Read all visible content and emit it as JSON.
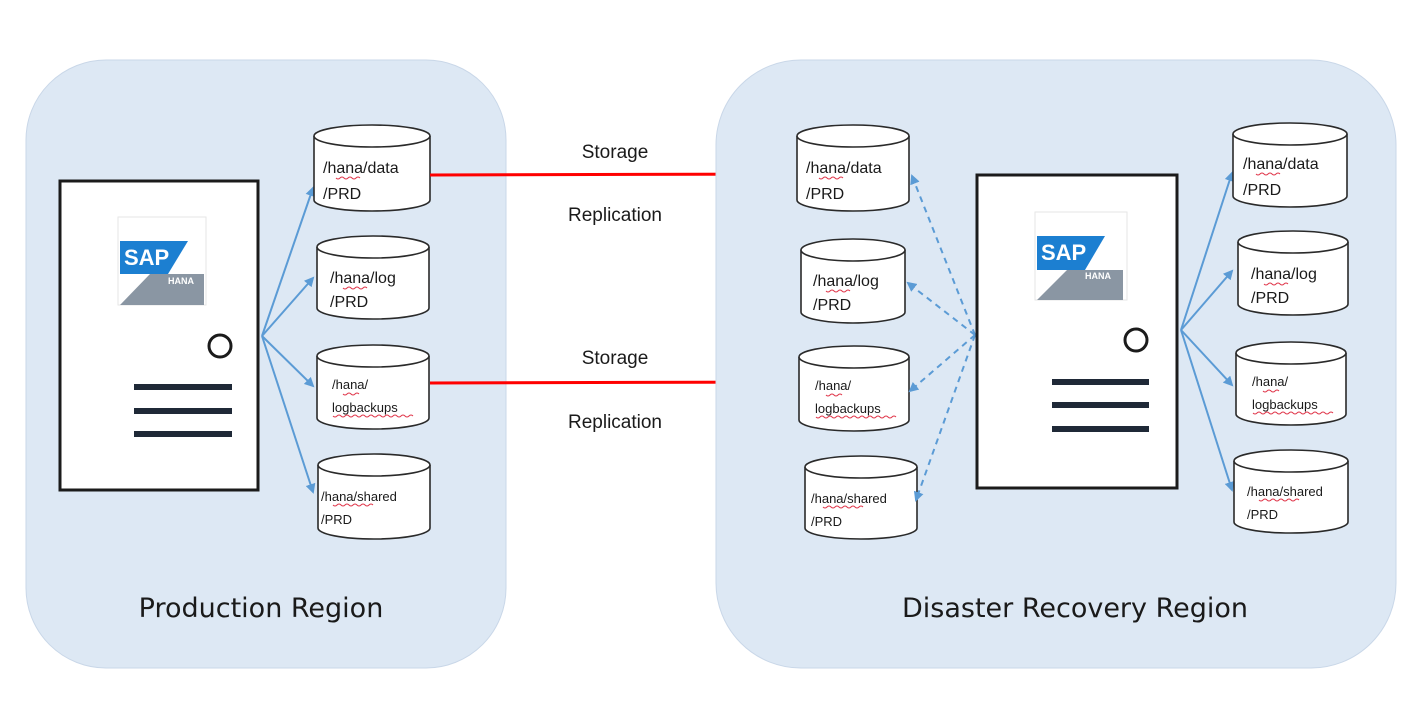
{
  "regions": {
    "production": {
      "label": "Production Region"
    },
    "dr": {
      "label": "Disaster Recovery Region"
    }
  },
  "logo": {
    "brand": "SAP",
    "product": "HANA"
  },
  "replication": [
    {
      "line1": "Storage",
      "line2": "Replication"
    },
    {
      "line1": "Storage",
      "line2": "Replication"
    }
  ],
  "volumes": {
    "data": {
      "line1": "/hana/data",
      "line2": "/PRD"
    },
    "log": {
      "line1": "/hana/log",
      "line2": "/PRD"
    },
    "logbackups": {
      "line1": "/hana/",
      "line2": "logbackups"
    },
    "shared": {
      "line1": "/hana/shared",
      "line2": "/PRD"
    }
  },
  "colors": {
    "region_fill": "#dde8f4",
    "connector": "#5b9bd5",
    "replication": "#ff0000",
    "sap_blue": "#1c7fd1",
    "hana_gray": "#8a96a3"
  }
}
